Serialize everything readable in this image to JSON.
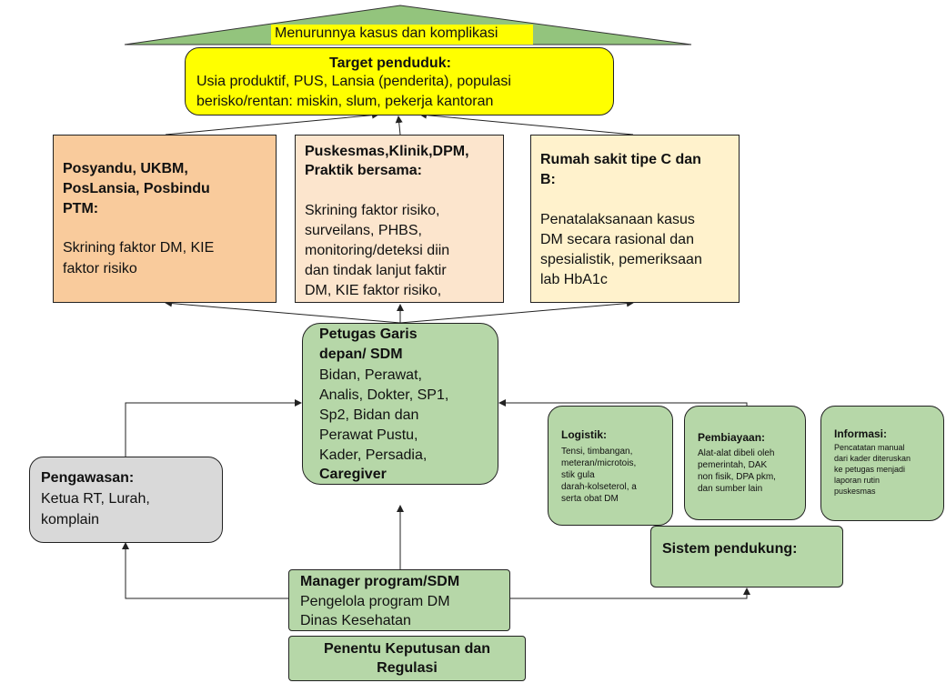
{
  "outcome": {
    "label": "Menurunnya kasus dan komplikasi"
  },
  "target": {
    "title": "Target penduduk:",
    "line1": "Usia produktif, PUS, Lansia (penderita), populasi",
    "line2": "berisko/rentan: miskin, slum, pekerja kantoran"
  },
  "posyandu": {
    "title1": "Posyandu, UKBM,",
    "title2": "PosLansia, Posbindu",
    "title3": "PTM:",
    "body1": "Skrining faktor DM, KIE",
    "body2": "faktor risiko"
  },
  "puskesmas": {
    "title1": "Puskesmas,Klinik,DPM,",
    "title2": "Praktik bersama:",
    "body1": "Skrining faktor risiko,",
    "body2": "surveilans, PHBS,",
    "body3": "monitoring/deteksi diin",
    "body4": "dan tindak lanjut faktir",
    "body5": "DM, KIE faktor risiko,"
  },
  "rumah_sakit": {
    "title1": "Rumah sakit tipe C dan",
    "title2": "B:",
    "body1": "Penatalaksanaan kasus",
    "body2": "DM secara rasional dan",
    "body3": "spesialistik, pemeriksaan",
    "body4": "lab HbA1c"
  },
  "petugas": {
    "title1": "Petugas Garis",
    "title2": "depan/ SDM",
    "body1": "Bidan, Perawat,",
    "body2": "Analis, Dokter, SP1,",
    "body3": "Sp2, Bidan dan",
    "body4": "Perawat Pustu,",
    "body5": "Kader, Persadia,",
    "bold_tail": "Caregiver"
  },
  "pengawasan": {
    "title": "Pengawasan:",
    "body1": "Ketua RT, Lurah,",
    "body2": "komplain"
  },
  "logistik": {
    "title": "Logistik:",
    "body1": "Tensi, timbangan,",
    "body2": "meteran/microtois,",
    "body3": "stik gula",
    "body4": "darah-kolseterol, a",
    "body5": "serta obat DM"
  },
  "pembiayaan": {
    "title": "Pembiayaan:",
    "body1": "Alat-alat dibeli oleh",
    "body2": "pemerintah, DAK",
    "body3": "non fisik, DPA pkm,",
    "body4": "dan sumber lain"
  },
  "informasi": {
    "title": "Informasi:",
    "body1": "Pencatatan manual",
    "body2": "dari kader diteruskan",
    "body3": "ke petugas menjadi",
    "body4": "laporan rutin",
    "body5": "puskesmas"
  },
  "sistem": {
    "title": "Sistem pendukung:"
  },
  "manager": {
    "title": "Manager program/SDM",
    "body1": "Pengelola program DM",
    "body2": "Dinas Kesehatan"
  },
  "penentu": {
    "line1": "Penentu Keputusan dan",
    "line2": "Regulasi"
  },
  "colors": {
    "roof_green": "#93c47d",
    "yellow": "#ffff00",
    "orange": "#f9cb9c",
    "peach": "#fce5cd",
    "cream": "#fff2cc",
    "green": "#b6d7a8",
    "gray": "#d9d9d9"
  }
}
